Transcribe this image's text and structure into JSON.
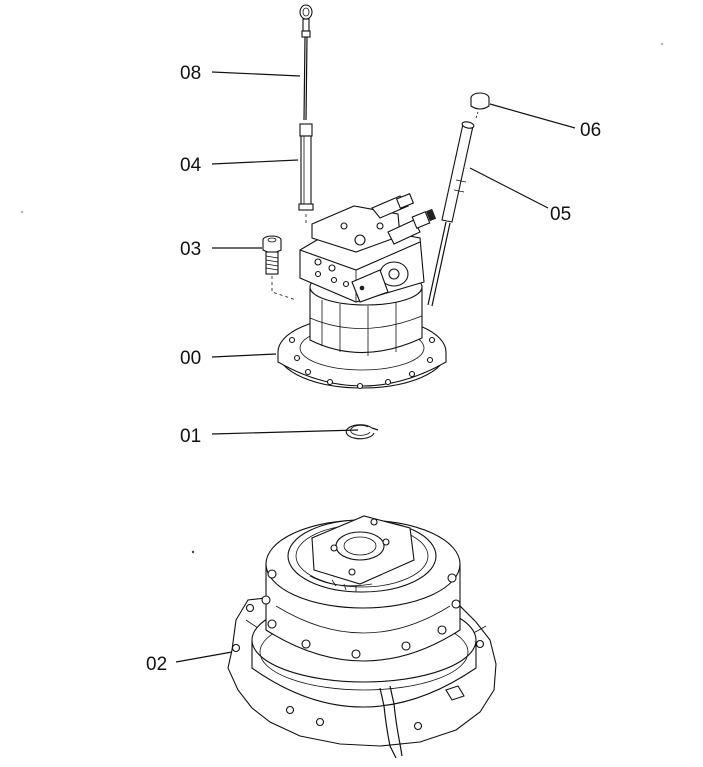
{
  "diagram": {
    "callouts": [
      {
        "id": "08",
        "text": "08"
      },
      {
        "id": "04",
        "text": "04"
      },
      {
        "id": "03",
        "text": "03"
      },
      {
        "id": "00",
        "text": "00"
      },
      {
        "id": "01",
        "text": "01"
      },
      {
        "id": "02",
        "text": "02"
      },
      {
        "id": "06",
        "text": "06"
      },
      {
        "id": "05",
        "text": "05"
      }
    ]
  }
}
